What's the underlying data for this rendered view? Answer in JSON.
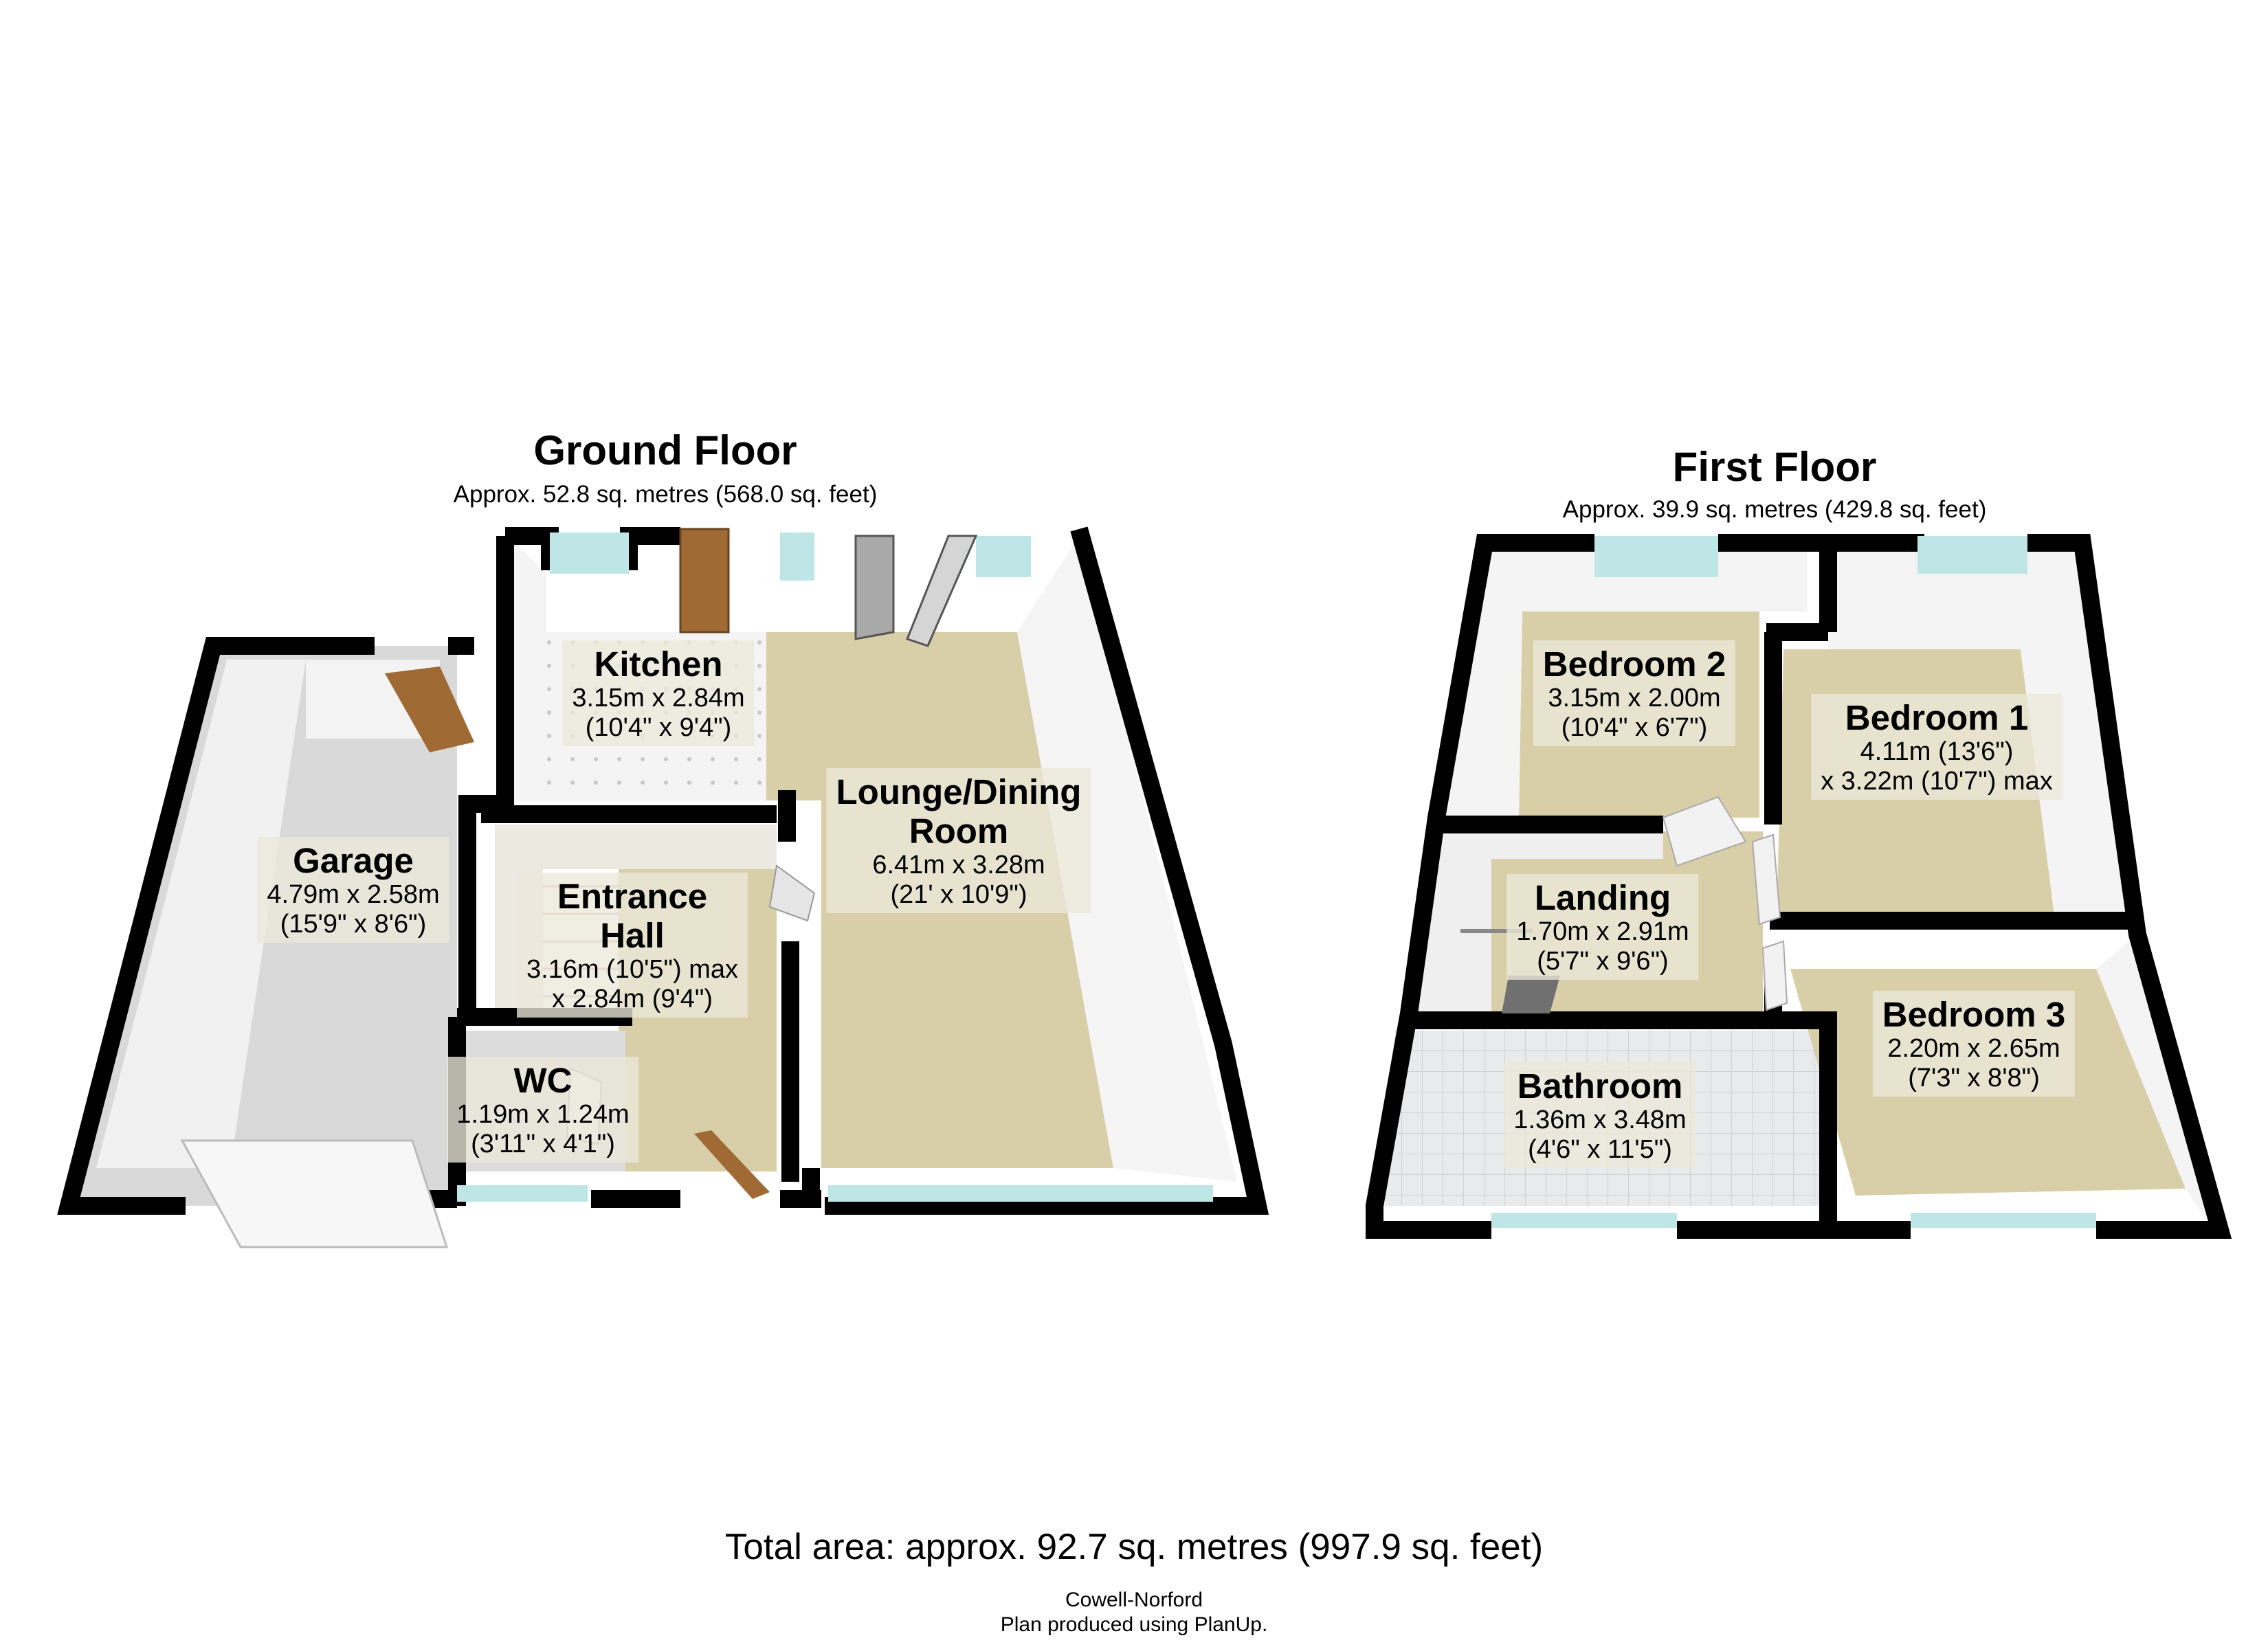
{
  "floors": [
    {
      "id": "ground",
      "title": "Ground Floor",
      "area": "Approx. 52.8 sq. metres (568.0 sq. feet)",
      "rooms": [
        {
          "key": "kitchen",
          "name": "Kitchen",
          "dims": [
            "3.15m x 2.84m",
            "(10'4\" x 9'4\")"
          ]
        },
        {
          "key": "lounge",
          "name": "Lounge/Dining\nRoom",
          "dims": [
            "6.41m x 3.28m",
            "(21' x 10'9\")"
          ]
        },
        {
          "key": "garage",
          "name": "Garage",
          "dims": [
            "4.79m x 2.58m",
            "(15'9\" x 8'6\")"
          ]
        },
        {
          "key": "entrance-hall",
          "name": "Entrance\nHall",
          "dims": [
            "3.16m (10'5\") max",
            "x 2.84m (9'4\")"
          ]
        },
        {
          "key": "wc",
          "name": "WC",
          "dims": [
            "1.19m x 1.24m",
            "(3'11\" x 4'1\")"
          ]
        }
      ]
    },
    {
      "id": "first",
      "title": "First Floor",
      "area": "Approx. 39.9 sq. metres (429.8 sq. feet)",
      "rooms": [
        {
          "key": "bedroom-2",
          "name": "Bedroom 2",
          "dims": [
            "3.15m x 2.00m",
            "(10'4\" x 6'7\")"
          ]
        },
        {
          "key": "bedroom-1",
          "name": "Bedroom 1",
          "dims": [
            "4.11m (13'6\")",
            "x 3.22m (10'7\") max"
          ]
        },
        {
          "key": "landing",
          "name": "Landing",
          "dims": [
            "1.70m x 2.91m",
            "(5'7\" x 9'6\")"
          ]
        },
        {
          "key": "bathroom",
          "name": "Bathroom",
          "dims": [
            "1.36m x 3.48m",
            "(4'6\" x 11'5\")"
          ]
        },
        {
          "key": "bedroom-3",
          "name": "Bedroom 3",
          "dims": [
            "2.20m x 2.65m",
            "(7'3\" x 8'8\")"
          ]
        }
      ]
    }
  ],
  "total_area": "Total area: approx. 92.7 sq. metres (997.9 sq. feet)",
  "agent": "Cowell-Norford",
  "produced_by": "Plan produced using PlanUp.",
  "colors": {
    "wall": "#000000",
    "wall_inner": "#f2f2f2",
    "carpet": "#d8cfa8",
    "garage_floor": "#dcdcdc",
    "kitchen_floor": "#f4f4f4",
    "bathroom_floor": "#e6e8ea",
    "window": "#bfe6e6",
    "door": "#a06a35"
  }
}
